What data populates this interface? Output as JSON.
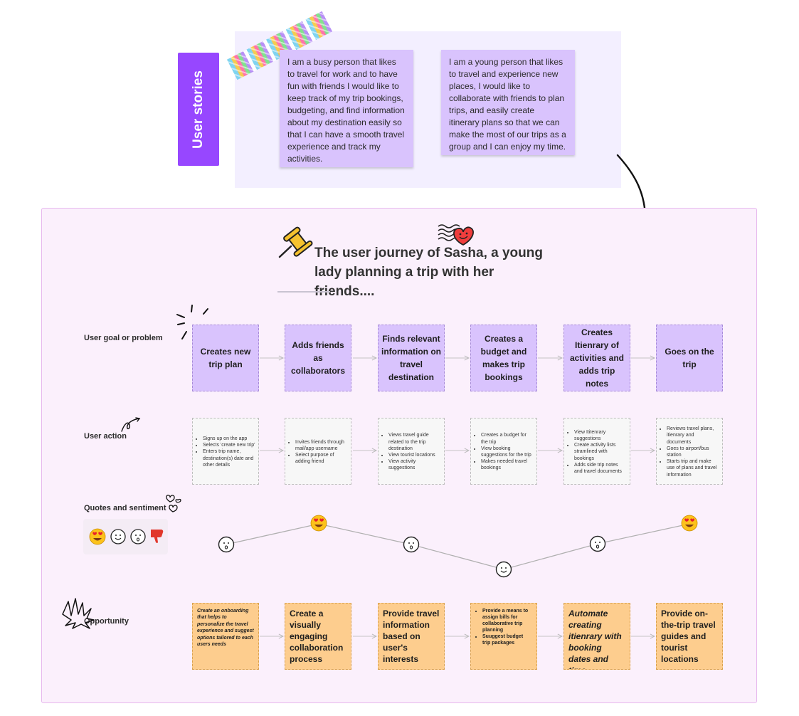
{
  "user_stories": {
    "label": "User stories",
    "story_1": "I am a busy person that likes to travel for work and to have fun with friends I would like to keep track of my trip bookings, budgeting, and find information about my destination easily so that  I can have a smooth travel experience and track my activities.",
    "story_2": "I am a young person that likes to travel and experience new places, I would like to collaborate with friends to plan trips, and easily create itinerary plans so that we can make the most of our trips as a group and I can enjoy my time."
  },
  "journey": {
    "title": "The user journey of Sasha, a young lady planning a trip with her friends....",
    "row_labels": {
      "goal": "User goal or problem",
      "action": "User action",
      "sentiment": "Quotes and sentiment",
      "opportunity": "Opportunity"
    },
    "goals": [
      "Creates new trip plan",
      "Adds friends as collaborators",
      "Finds relevant information on travel destination",
      "Creates a budget and makes trip bookings",
      "Creates Itienrary of activities and adds trip notes",
      "Goes on the trip"
    ],
    "actions": [
      [
        "Signs up on the app",
        "Selects 'create new trip'",
        "Enters trip name, destination(s) date and other details"
      ],
      [
        "Invites friends through mail/app username",
        "Select purpose of adding friend"
      ],
      [
        "Views travel guide related to the trip destination",
        "View tourist locations",
        "View activity suggestions"
      ],
      [
        "Creates a budget for the trip",
        "View booking suggestions for the trip",
        "Makes needed travel bookings"
      ],
      [
        "View Ititenrary suggestions",
        "Create activity lists stramlined with bookings",
        "Adds side trip notes and travel documents"
      ],
      [
        "Reviews travel plans, itienrary and documents",
        "Goes to airport/bus station",
        "Starts trip and make use of plans and travel information"
      ]
    ],
    "sentiment_points": [
      {
        "step": 1,
        "emoji": "surprised"
      },
      {
        "step": 2,
        "emoji": "heart-eyes"
      },
      {
        "step": 3,
        "emoji": "surprised"
      },
      {
        "step": 4,
        "emoji": "smile"
      },
      {
        "step": 5,
        "emoji": "surprised"
      },
      {
        "step": 6,
        "emoji": "heart-eyes"
      }
    ],
    "sentiment_legend": [
      "heart-eyes",
      "smile",
      "surprised",
      "thumbs-down"
    ],
    "opportunities": {
      "o1": "Create an onboarding that helps to personalize the travel experience and suggest options tailored to each users needs",
      "o2": "Create a visually engaging collaboration process",
      "o3": "Provide travel information based on user's interests",
      "o4": [
        "Provide a means to assign bills for collaborative trip planning",
        "Suuggest budget trip packages"
      ],
      "o5": "Automate creating itienrary with booking dates and time",
      "o6": "Provide on-the-trip travel guides and tourist locations"
    }
  },
  "colors": {
    "accent_purple": "#9747ff",
    "sticky_purple": "#d9c3fd",
    "sticky_orange": "#fdcd8e",
    "journey_bg": "#fbf0fc"
  }
}
